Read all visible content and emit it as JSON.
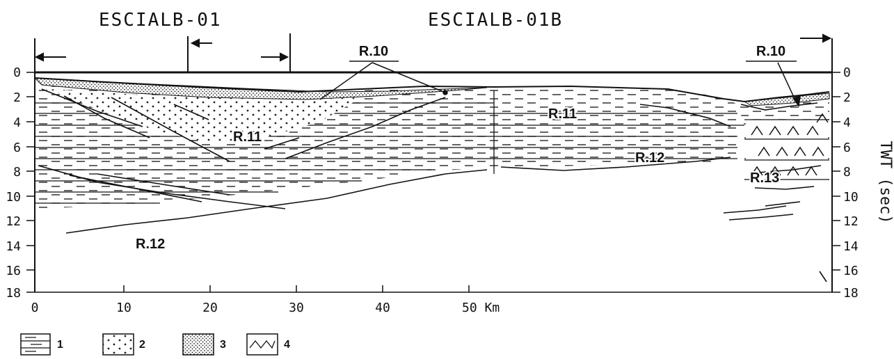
{
  "titles": {
    "left": "ESCIALB-01",
    "right": "ESCIALB-01B"
  },
  "labels": {
    "r10_left": "R.10",
    "r10_right": "R.10",
    "r11_left": "R.11",
    "r11_right": "R.11",
    "r12_left": "R.12",
    "r12_right": "R.12",
    "r13": "R.13"
  },
  "y_axis": {
    "title": "TWT (sec)",
    "ticks": [
      "0",
      "2",
      "4",
      "6",
      "8",
      "10",
      "12",
      "14",
      "16",
      "18"
    ]
  },
  "x_axis": {
    "ticks": [
      "0",
      "10",
      "20",
      "30",
      "40"
    ],
    "last_tick": "50 Km"
  },
  "legend": [
    {
      "number": "1",
      "pattern": "dashes"
    },
    {
      "number": "2",
      "pattern": "dots"
    },
    {
      "number": "3",
      "pattern": "dense-dots"
    },
    {
      "number": "4",
      "pattern": "carets"
    }
  ]
}
